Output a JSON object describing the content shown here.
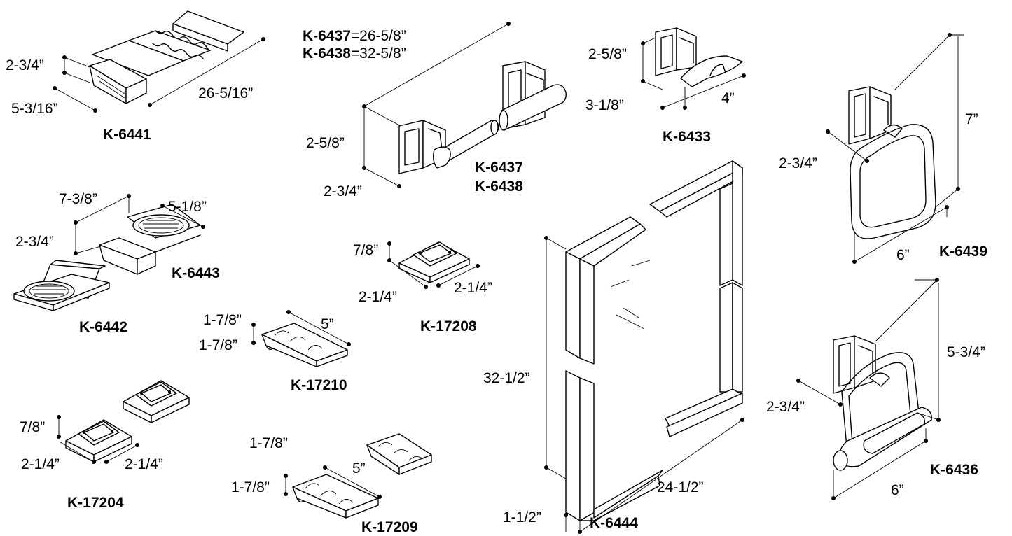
{
  "products": {
    "k6441": {
      "code": "K-6441",
      "dims": [
        "2-3/4”",
        "5-3/16”",
        "26-5/16”"
      ]
    },
    "k6437": {
      "code": "K-6437",
      "code2": "K-6438",
      "len1_code": "K-6437",
      "len1_val": "=26-5/8”",
      "len2_code": "K-6438",
      "len2_val": "=32-5/8”",
      "dims": [
        "2-5/8”",
        "2-3/4”"
      ]
    },
    "k6433": {
      "code": "K-6433",
      "dims": [
        "2-5/8”",
        "3-1/8”",
        "4”"
      ]
    },
    "k6439": {
      "code": "K-6439",
      "dims": [
        "7”",
        "2-3/4”",
        "6”"
      ]
    },
    "k6443": {
      "code": "K-6443",
      "dims": [
        "7-3/8”",
        "5-1/8”",
        "2-3/4”"
      ]
    },
    "k6442": {
      "code": "K-6442"
    },
    "k17208": {
      "code": "K-17208",
      "dims": [
        "7/8”",
        "2-1/4”",
        "2-1/4”"
      ]
    },
    "k17210": {
      "code": "K-17210",
      "dims": [
        "1-7/8”",
        "5”",
        "1-7/8”"
      ]
    },
    "k6444": {
      "code": "K-6444",
      "dims": [
        "32-1/2”",
        "24-1/2”",
        "1-1/2”"
      ]
    },
    "k6436": {
      "code": "K-6436",
      "dims": [
        "5-3/4”",
        "2-3/4”",
        "6”"
      ]
    },
    "k17204": {
      "code": "K-17204",
      "dims": [
        "7/8”",
        "2-1/4”",
        "2-1/4”"
      ]
    },
    "k17209": {
      "code": "K-17209",
      "dims": [
        "1-7/8”",
        "5”",
        "1-7/8”"
      ]
    }
  }
}
